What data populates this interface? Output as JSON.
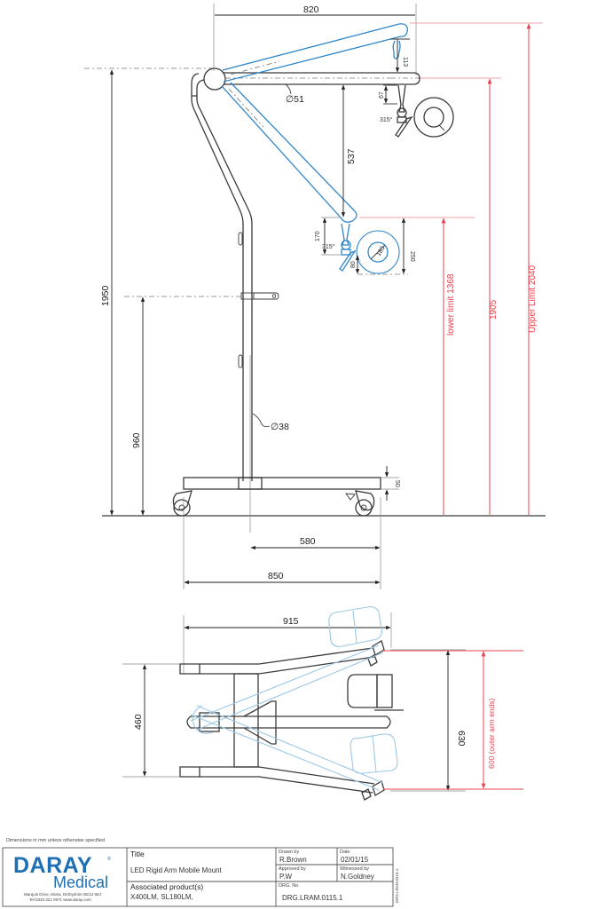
{
  "drawing": {
    "side_view": {
      "dimensions": {
        "arm_reach": "820",
        "arm_diameter": "∅51",
        "arm_drop": "537",
        "head_top_offset": "113",
        "head_offset_upper": "67",
        "rotation_upper": "315°",
        "head_height_lower": "170",
        "rotation_lower": "315°",
        "head_overall_lower": "250",
        "lamp_diameter": "183",
        "handle_offset": "80",
        "overall_height": "1950",
        "mount_height": "960",
        "pole_diameter": "∅38",
        "base_height": "50",
        "base_offset": "580",
        "base_length": "850"
      },
      "limits": {
        "lower": "lower limit 1368",
        "middle": "1905",
        "upper": "Upper Limit 2040"
      }
    },
    "top_view": {
      "dimensions": {
        "overall_length": "915",
        "inner_width": "460",
        "outer_width": "630",
        "arm_ends": "600 (outer arm ends)"
      }
    },
    "colors": {
      "outline": "#3a3a3a",
      "alternate_position": "#2f86c9",
      "limit": "#e8424e",
      "brand": "#1f6fb4"
    }
  },
  "title_block": {
    "note": "Dimensions in mm unless otherwise specified",
    "company": {
      "name": "DARAY",
      "sub": "Medical",
      "registered": "®",
      "address_line1": "Marquis Drive, Moira, Derbyshire DE12 6EJ",
      "address_line2": "Tel 0333 321 0971  www.daray.com"
    },
    "title_label": "Title",
    "title_value": "LED Rigid Arm Mobile Mount",
    "assoc_label": "Associated product(s)",
    "assoc_value": "X400LM, SL180LM,",
    "drawn_by_label": "Drawn by",
    "drawn_by_value": "R.Brown",
    "date_label": "Date",
    "date_value": "02/01/15",
    "approved_by_label": "Approved by",
    "approved_by_value": "P.W",
    "witnessed_by_label": "Witnessed by",
    "witnessed_by_value": "N.Goldney",
    "drg_label": "DRG. No.",
    "drg_value": "DRG.LRAM.0115.1",
    "side_code": "DRG.LRAM.0115.1"
  }
}
